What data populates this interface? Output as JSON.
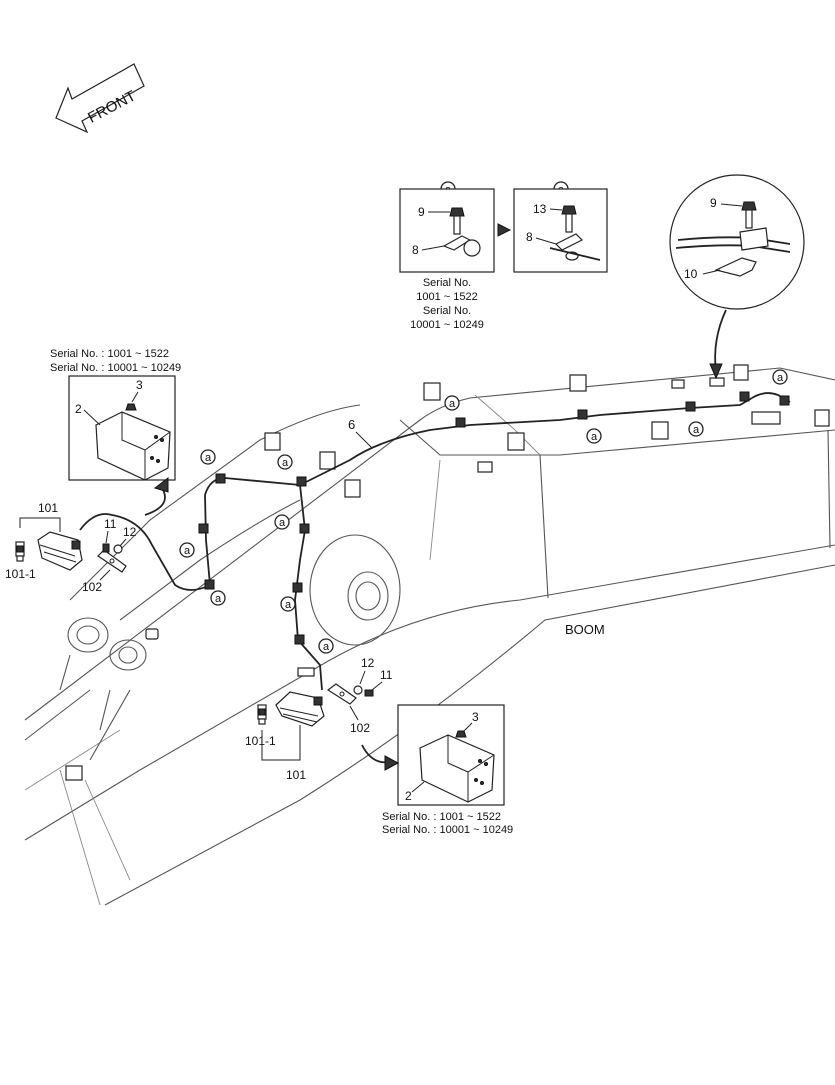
{
  "direction": {
    "label": "FRONT"
  },
  "boom_label": "BOOM",
  "marker": "a",
  "parts": {
    "p2": "2",
    "p3": "3",
    "p6": "6",
    "p8": "8",
    "p9": "9",
    "p10": "10",
    "p11": "11",
    "p12": "12",
    "p13": "13",
    "p101": "101",
    "p101_1": "101-1",
    "p102": "102"
  },
  "serial": {
    "line1": "Serial No. : 1001 ~ 1522",
    "line2": "Serial No. : 10001 ~ 10249",
    "mid_head1": "Serial No.",
    "mid_range1": "1001 ~ 1522",
    "mid_head2": "Serial No.",
    "mid_range2": "10001 ~ 10249"
  }
}
